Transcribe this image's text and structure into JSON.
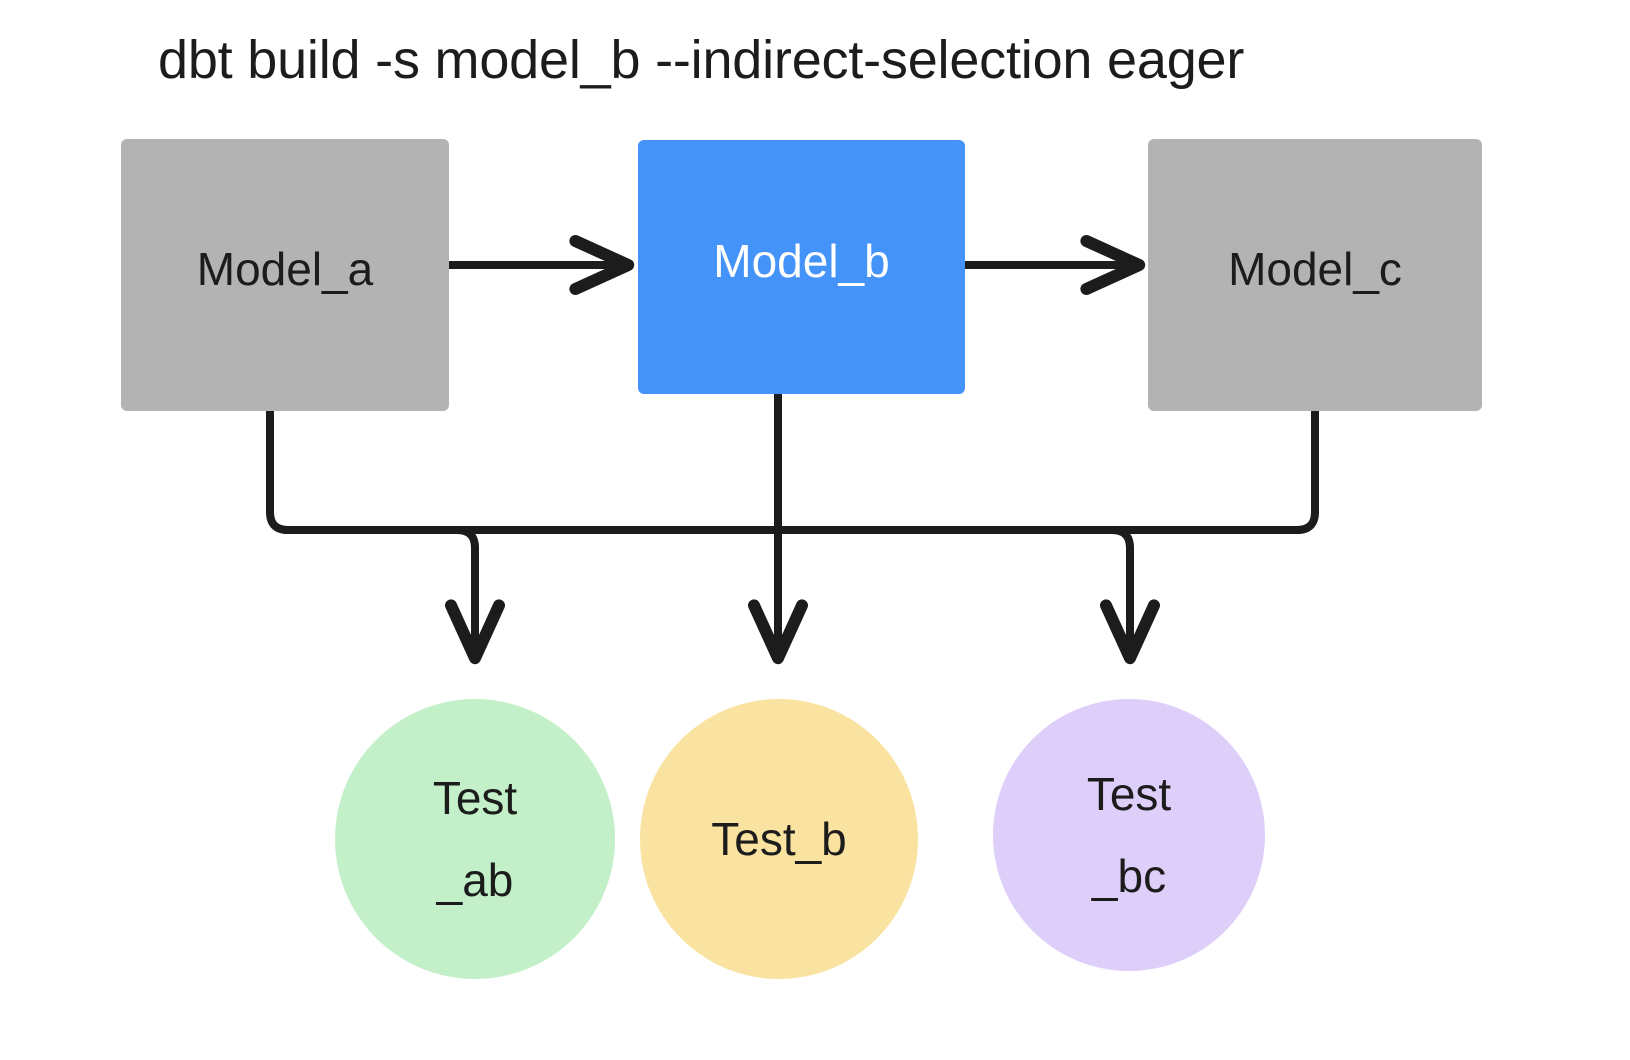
{
  "title": "dbt build -s model_b --indirect-selection eager",
  "colors": {
    "background": "#ffffff",
    "model_default": "#b3b3b3",
    "model_selected": "#4493f8",
    "test_ab": "#c3f0c8",
    "test_b": "#fae2a1",
    "test_bc": "#ddcefa",
    "edge": "#1c1c1c",
    "text_dark": "#1c1c1c",
    "text_light": "#ffffff"
  },
  "models": [
    {
      "id": "model_a",
      "label": "Model_a",
      "state": "unselected"
    },
    {
      "id": "model_b",
      "label": "Model_b",
      "state": "selected"
    },
    {
      "id": "model_c",
      "label": "Model_c",
      "state": "unselected"
    }
  ],
  "tests": [
    {
      "id": "test_ab",
      "line1": "Test",
      "line2": "_ab",
      "color": "green"
    },
    {
      "id": "test_b",
      "line1": "Test_b",
      "line2": "",
      "color": "yellow"
    },
    {
      "id": "test_bc",
      "line1": "Test",
      "line2": "_bc",
      "color": "purple"
    }
  ],
  "edges": [
    {
      "from": "model_a",
      "to": "model_b",
      "kind": "arrow-horizontal"
    },
    {
      "from": "model_b",
      "to": "model_c",
      "kind": "arrow-horizontal"
    },
    {
      "from": "model_a",
      "to": "test_ab",
      "kind": "elbow-down"
    },
    {
      "from": "model_b",
      "to": "test_ab",
      "kind": "elbow-down"
    },
    {
      "from": "model_b",
      "to": "test_b",
      "kind": "straight-down"
    },
    {
      "from": "model_b",
      "to": "test_bc",
      "kind": "elbow-down"
    },
    {
      "from": "model_c",
      "to": "test_bc",
      "kind": "elbow-down"
    }
  ]
}
